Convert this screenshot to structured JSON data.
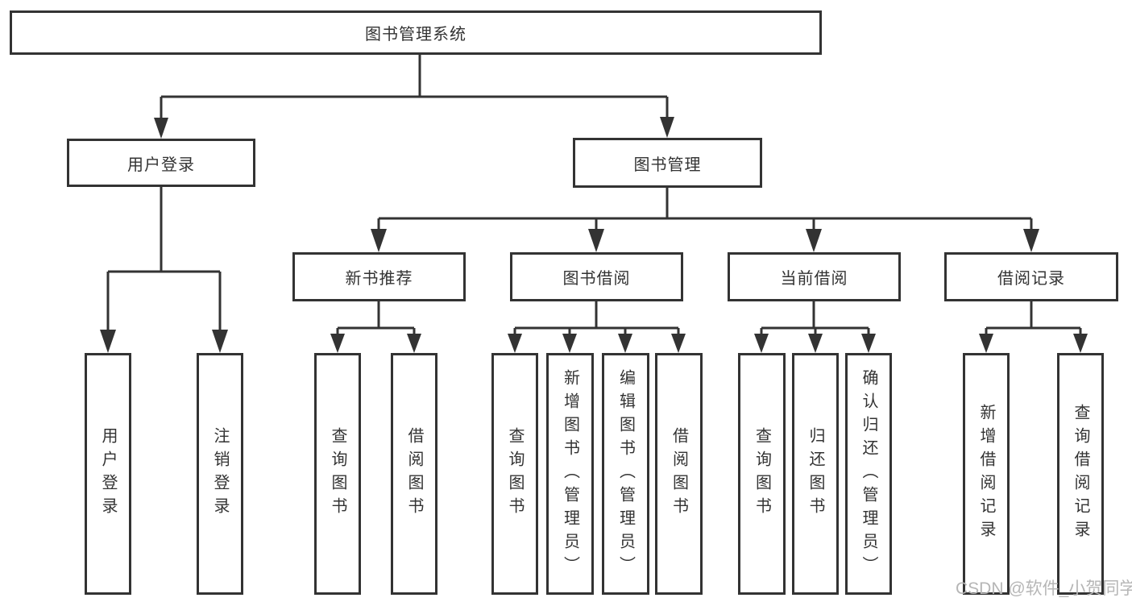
{
  "diagram": {
    "tree": {
      "root": {
        "label": "图书管理系统",
        "children": [
          {
            "label": "用户登录",
            "children": [
              {
                "label": "用户登录"
              },
              {
                "label": "注销登录"
              }
            ]
          },
          {
            "label": "图书管理",
            "children": [
              {
                "label": "新书推荐",
                "children": [
                  {
                    "label": "查询图书"
                  },
                  {
                    "label": "借阅图书"
                  }
                ]
              },
              {
                "label": "图书借阅",
                "children": [
                  {
                    "label": "查询图书"
                  },
                  {
                    "label": "新增图书（管理员）"
                  },
                  {
                    "label": "编辑图书（管理员）"
                  },
                  {
                    "label": "借阅图书"
                  }
                ]
              },
              {
                "label": "当前借阅",
                "children": [
                  {
                    "label": "查询图书"
                  },
                  {
                    "label": "归还图书"
                  },
                  {
                    "label": "确认归还（管理员）"
                  }
                ]
              },
              {
                "label": "借阅记录",
                "children": [
                  {
                    "label": "新增借阅记录"
                  },
                  {
                    "label": "查询借阅记录"
                  }
                ]
              }
            ]
          }
        ]
      }
    },
    "colors": {
      "line": "#333333",
      "text": "#333333",
      "box_background": "#ffffff",
      "watermark": "#b6b6b6"
    }
  },
  "watermark": {
    "text": "CSDN @软件_小贺同学"
  }
}
